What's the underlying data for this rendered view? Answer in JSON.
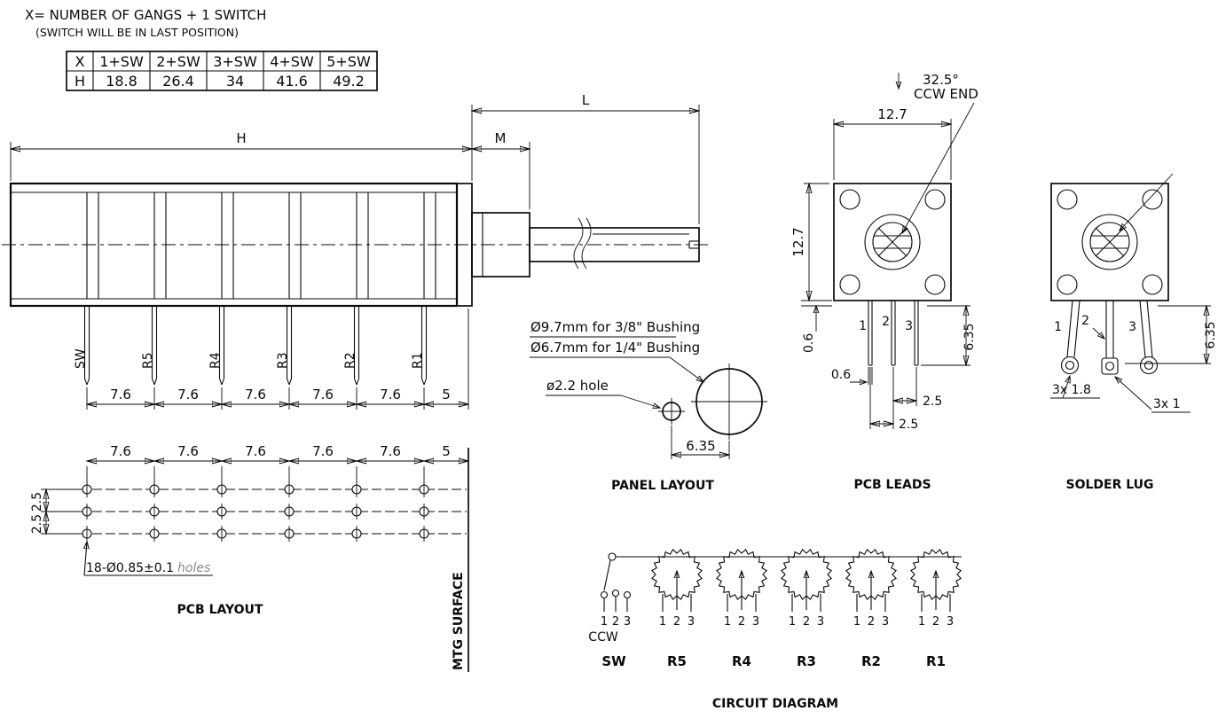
{
  "header": {
    "line1": "X= NUMBER OF GANGS + 1 SWITCH",
    "line2": "(SWITCH WILL BE IN LAST POSITION)"
  },
  "gang_table": {
    "row_x": {
      "header": "X",
      "cells": [
        "1+SW",
        "2+SW",
        "3+SW",
        "4+SW",
        "5+SW"
      ]
    },
    "row_h": {
      "header": "H",
      "cells": [
        "18.8",
        "26.4",
        "34",
        "41.6",
        "49.2"
      ]
    }
  },
  "side_view": {
    "dim_h": "H",
    "dim_m": "M",
    "dim_l": "L",
    "pins": [
      "SW",
      "R5",
      "R4",
      "R3",
      "R2",
      "R1"
    ],
    "spacings": [
      "7.6",
      "7.6",
      "7.6",
      "7.6",
      "7.6",
      "5"
    ]
  },
  "pcb_layout": {
    "title": "PCB LAYOUT",
    "spacings": [
      "7.6",
      "7.6",
      "7.6",
      "7.6",
      "7.6",
      "5"
    ],
    "row_dims": [
      "2.5",
      "2.5"
    ],
    "holes_note": "18-Ø0.85±0.1",
    "holes_note_suffix": "holes",
    "mtg_surface": "MTG SURFACE"
  },
  "panel_layout": {
    "title": "PANEL LAYOUT",
    "note1": "Ø9.7mm for 3/8\" Bushing",
    "note2": "Ø6.7mm for 1/4\" Bushing",
    "hole_note": "ø2.2  hole",
    "dim": "6.35"
  },
  "pcb_leads": {
    "title": "PCB LEADS",
    "angle": "32.5°",
    "ccw_end": "CCW END",
    "width": "12.7",
    "height": "12.7",
    "pins": [
      "1",
      "2",
      "3"
    ],
    "dim_standoff": "0.6",
    "dim_length": "6.35",
    "dim_pin_width": "0.6",
    "dim_pitch1": "2.5",
    "dim_pitch2": "2.5"
  },
  "solder_lug": {
    "title": "SOLDER LUG",
    "pins": [
      "1",
      "2",
      "3"
    ],
    "dim_length": "6.35",
    "lug_note": "3x  1.8",
    "hole_note": "3x  1"
  },
  "circuit": {
    "title": "CIRCUIT DIAGRAM",
    "ccw": "CCW",
    "sections": [
      {
        "label": "SW",
        "pins": [
          "1",
          "2",
          "3"
        ]
      },
      {
        "label": "R5",
        "pins": [
          "1",
          "2",
          "3"
        ]
      },
      {
        "label": "R4",
        "pins": [
          "1",
          "2",
          "3"
        ]
      },
      {
        "label": "R3",
        "pins": [
          "1",
          "2",
          "3"
        ]
      },
      {
        "label": "R2",
        "pins": [
          "1",
          "2",
          "3"
        ]
      },
      {
        "label": "R1",
        "pins": [
          "1",
          "2",
          "3"
        ]
      }
    ]
  }
}
